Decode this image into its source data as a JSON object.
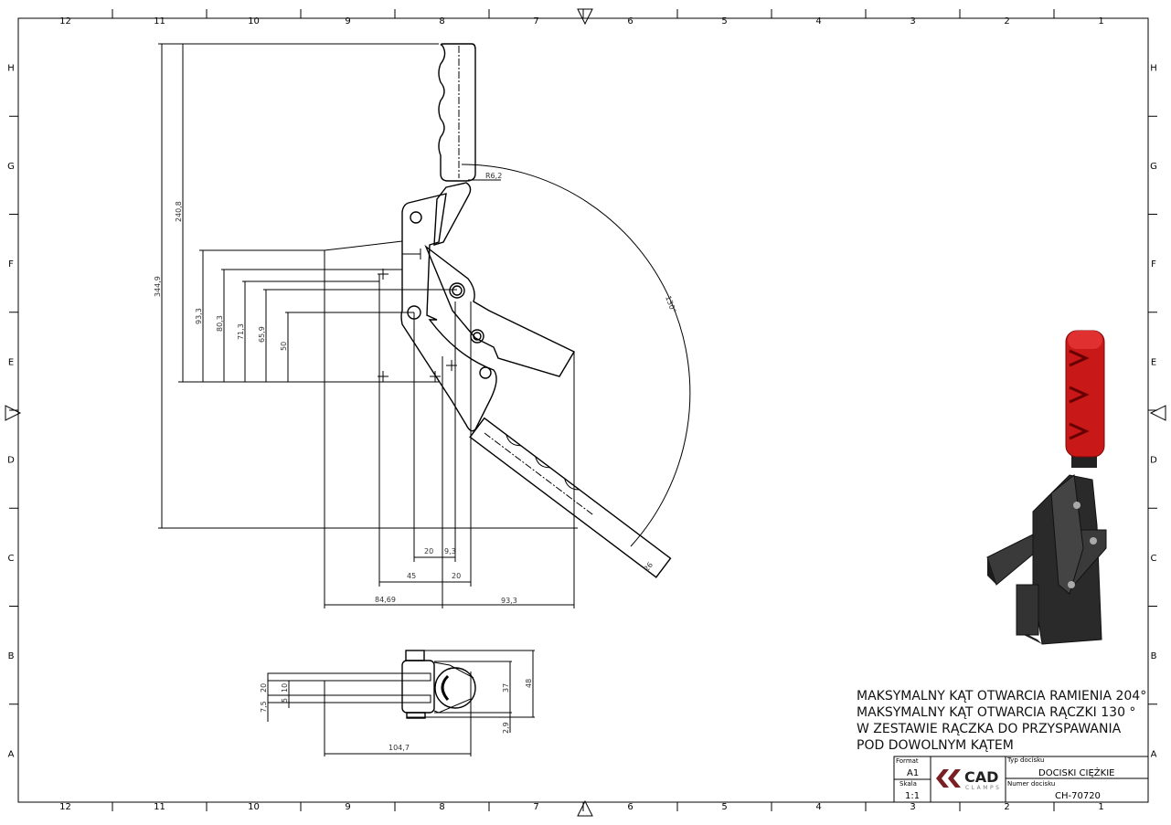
{
  "border": {
    "columns": [
      "12",
      "11",
      "10",
      "9",
      "8",
      "7",
      "6",
      "5",
      "4",
      "3",
      "2",
      "1"
    ],
    "rows": [
      "H",
      "G",
      "F",
      "E",
      "D",
      "C",
      "B",
      "A"
    ]
  },
  "front_view": {
    "dims": {
      "overall_height": "344,9",
      "handle_height": "240,8",
      "h93": "93,3",
      "h80": "80,3",
      "h71": "71,3",
      "h65": "65,9",
      "h50": "50",
      "radius": "R6,2",
      "angle": "130°",
      "handle_width": "26",
      "w20a": "20",
      "w9": "9,3",
      "w45": "45",
      "w20b": "20",
      "w84": "84,69",
      "w93": "93,3"
    }
  },
  "top_view": {
    "dims": {
      "d20": "20",
      "d10": "10",
      "d5": "5",
      "d7": "7,5",
      "d37": "37",
      "d48": "48",
      "d2": "2,9",
      "d104": "104,7"
    }
  },
  "notes": [
    "MAKSYMALNY KĄT OTWARCIA RAMIENIA 204°",
    "MAKSYMALNY KĄT OTWARCIA RĄCZKI 130 °",
    "W ZESTAWIE RĄCZKA DO PRZYSPAWANIA",
    "POD DOWOLNYM KĄTEM"
  ],
  "title_block": {
    "format_label": "Format",
    "format_value": "A1",
    "scale_label": "Skala",
    "scale_value": "1:1",
    "logo_text": "CAD",
    "logo_sub": "CLAMPS",
    "type_label": "Typ docisku",
    "type_value": "DOCISKI CIĘŻKIE",
    "number_label": "Numer docisku",
    "number_value": "CH-70720"
  },
  "colors": {
    "logo": "#7a1f24",
    "handle_red": "#c81818",
    "body": "#2a2a2a"
  }
}
